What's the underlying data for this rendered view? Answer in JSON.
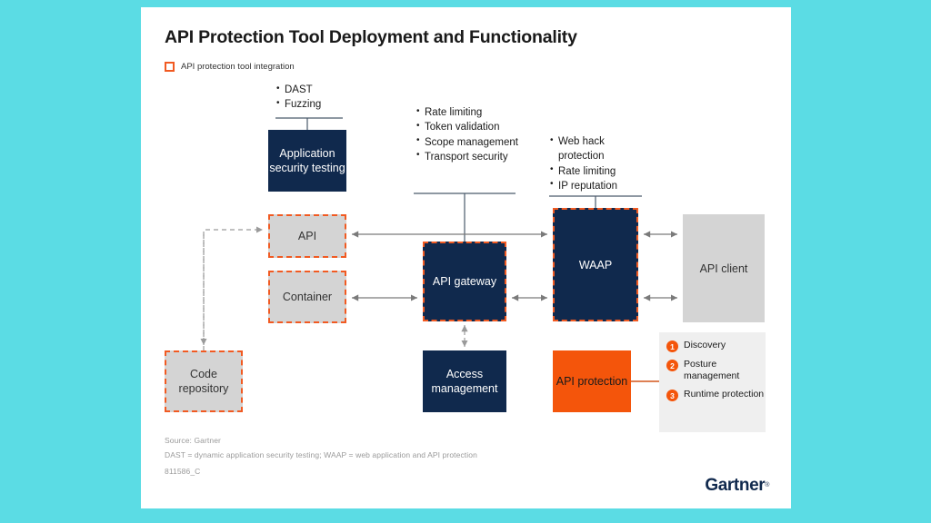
{
  "canvas": {
    "background_color": "#5BDCE4",
    "panel_color": "#ffffff"
  },
  "header": {
    "title": "API Protection Tool Deployment and Functionality"
  },
  "legend": {
    "swatch_icon": "dashed-square-icon",
    "label": "API protection tool integration",
    "color": "#F15A22"
  },
  "bullet_groups": [
    {
      "id": "dast",
      "target": "Application security testing",
      "items": [
        "DAST",
        "Fuzzing"
      ]
    },
    {
      "id": "gateway",
      "target": "API gateway",
      "items": [
        "Rate limiting",
        "Token validation",
        "Scope management",
        "Transport security"
      ]
    },
    {
      "id": "waap",
      "target": "WAAP",
      "items": [
        "Web hack protection",
        "Rate limiting",
        "IP reputation"
      ]
    }
  ],
  "nodes": [
    {
      "id": "app-sec-testing",
      "label": "Application security testing",
      "style": "navy",
      "integrated": false
    },
    {
      "id": "api",
      "label": "API",
      "style": "gray",
      "integrated": true
    },
    {
      "id": "container",
      "label": "Container",
      "style": "gray",
      "integrated": true
    },
    {
      "id": "code-repo",
      "label": "Code repository",
      "style": "gray",
      "integrated": true
    },
    {
      "id": "api-gateway",
      "label": "API gateway",
      "style": "navy",
      "integrated": true
    },
    {
      "id": "access-mgmt",
      "label": "Access management",
      "style": "navy",
      "integrated": false
    },
    {
      "id": "waap",
      "label": "WAAP",
      "style": "navy",
      "integrated": true
    },
    {
      "id": "api-protection",
      "label": "API protection",
      "style": "orange",
      "integrated": false
    },
    {
      "id": "api-client",
      "label": "API client",
      "style": "gray",
      "integrated": false
    }
  ],
  "capabilities": {
    "panel_color": "#EFEFEF",
    "badge_color": "#F4550B",
    "items": [
      {
        "number": "1",
        "label": "Discovery"
      },
      {
        "number": "2",
        "label": "Posture management"
      },
      {
        "number": "3",
        "label": "Runtime protection"
      }
    ]
  },
  "footer": {
    "source": "Source: Gartner",
    "definitions": "DAST = dynamic application security testing; WAAP = web application and API protection",
    "code": "811586_C"
  },
  "brand": {
    "name": "Gartner",
    "trademark": "®",
    "color": "#10294D"
  },
  "colors": {
    "navy": "#10294D",
    "gray": "#D4D4D4",
    "orange": "#F4550B",
    "accent_dashed": "#F15A22",
    "wire": "#7a7a7a"
  }
}
